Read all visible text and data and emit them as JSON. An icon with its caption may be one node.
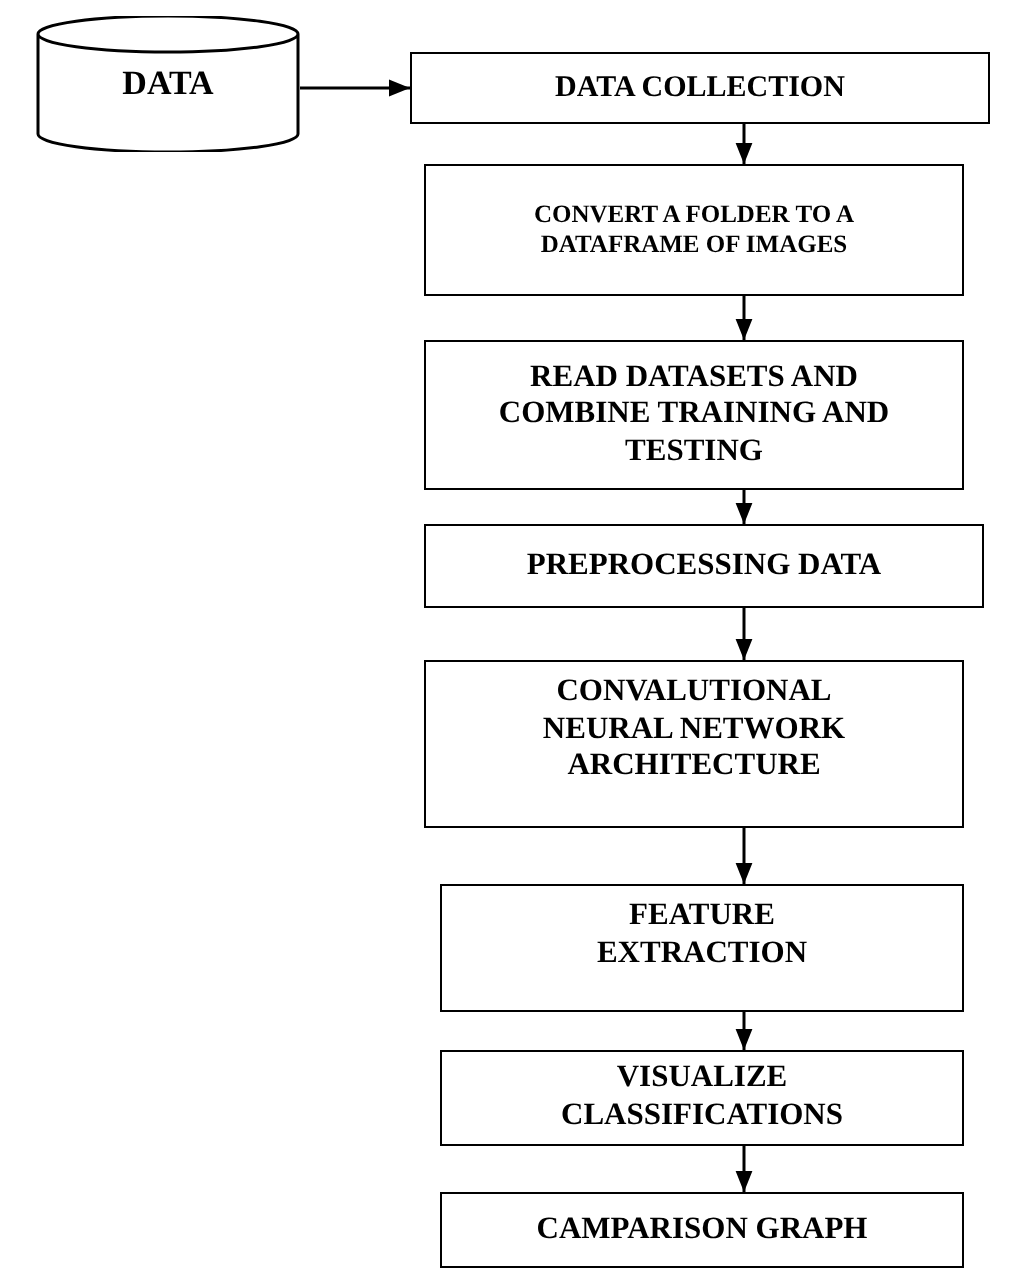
{
  "diagram": {
    "nodes": [
      {
        "text": [
          "DATA"
        ]
      },
      {
        "text": [
          "DATA COLLECTION"
        ]
      },
      {
        "text": [
          "CONVERT A FOLDER TO A DATAFRAME OF IMAGES"
        ]
      },
      {
        "text": [
          "READ DATASETS AND COMBINE TRAINING AND TESTING"
        ]
      },
      {
        "text": [
          "PREPROCESSING DATA"
        ]
      },
      {
        "text": [
          "CONVALUTIONAL NEURAL NETWORK ARCHITECTURE"
        ]
      },
      {
        "text": [
          "FEATURE EXTRACTION"
        ]
      },
      {
        "text": [
          "VISUALIZE CLASSIFICATIONS"
        ]
      },
      {
        "text": [
          "CAMPARISON GRAPH"
        ]
      }
    ],
    "edges": [
      {
        "from": 0,
        "to": 1,
        "arrow": "to"
      },
      {
        "from": 1,
        "to": 2,
        "arrow": "to"
      },
      {
        "from": 2,
        "to": 3,
        "arrow": "to"
      },
      {
        "from": 3,
        "to": 4,
        "arrow": "to"
      },
      {
        "from": 4,
        "to": 5,
        "arrow": "to"
      },
      {
        "from": 5,
        "to": 6,
        "arrow": "to"
      },
      {
        "from": 6,
        "to": 7,
        "arrow": "to"
      },
      {
        "from": 7,
        "to": 8,
        "arrow": "to"
      }
    ]
  }
}
